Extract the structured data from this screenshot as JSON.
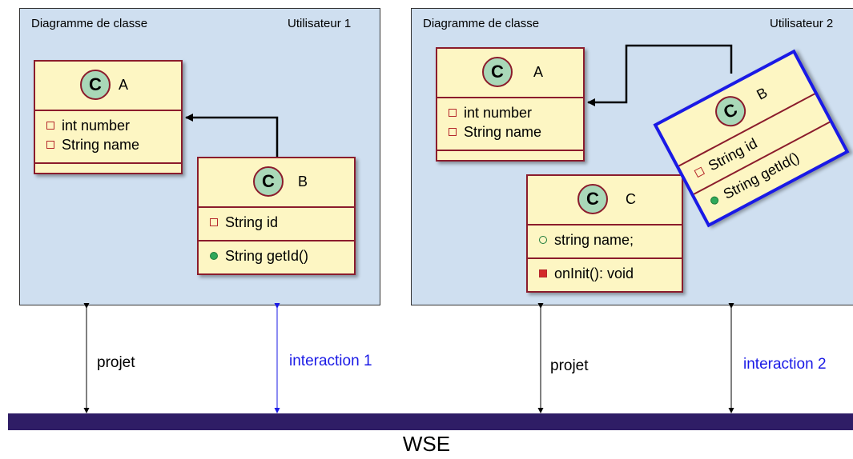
{
  "panels": [
    {
      "title": "Diagramme de classe",
      "user": "Utilisateur 1"
    },
    {
      "title": "Diagramme de classe",
      "user": "Utilisateur 2"
    }
  ],
  "left": {
    "classA": {
      "stereotype": "C",
      "name": "A",
      "attributes": [
        "int number",
        "String name"
      ]
    },
    "classB": {
      "stereotype": "C",
      "name": "B",
      "attributes": [
        "String id"
      ],
      "methods": [
        "String getId()"
      ]
    }
  },
  "right": {
    "classA": {
      "stereotype": "C",
      "name": "A",
      "attributes": [
        "int number",
        "String name"
      ]
    },
    "classB": {
      "stereotype": "C",
      "name": "B",
      "attributes": [
        "String id"
      ],
      "methods": [
        "String getId()"
      ]
    },
    "classC": {
      "stereotype": "C",
      "name": "C",
      "attributes": [
        "string name;"
      ],
      "methods": [
        "onInit(): void"
      ]
    }
  },
  "links": {
    "projet_left": "projet",
    "interaction1": "interaction 1",
    "projet_right": "projet",
    "interaction2": "interaction 2"
  },
  "colors": {
    "interaction": "#1a1ae6",
    "bar": "#2f1d66",
    "selection": "#1a1ae6"
  },
  "footer": {
    "label": "WSE"
  }
}
